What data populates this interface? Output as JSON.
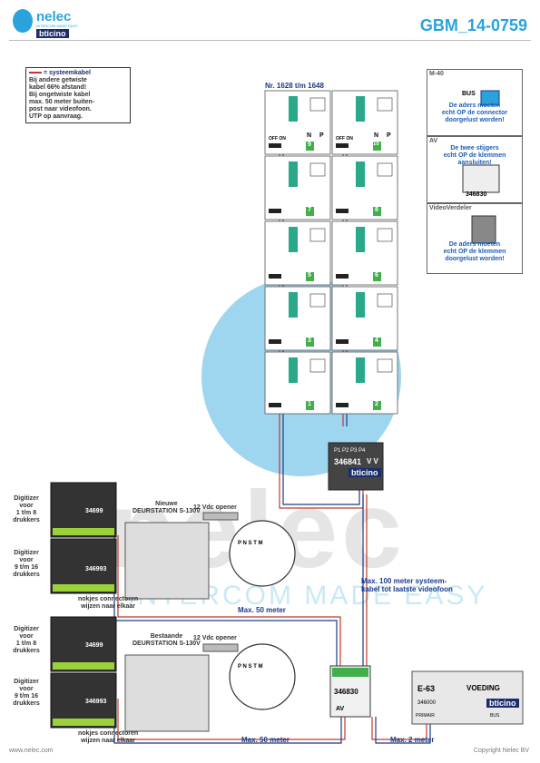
{
  "header": {
    "brand": "nelec",
    "tagline": "INTERCOM MADE EASY",
    "sub_brand": "bticino",
    "doc_code": "GBM_14-0759"
  },
  "note": {
    "legend": "= systeemkabel",
    "lines": [
      "Bij andere getwiste",
      "kabel 66% afstand!",
      "Bij ongetwiste kabel",
      "max. 50 meter buiten-",
      "post naar videofoon.",
      "UTP op aanvraag."
    ]
  },
  "monitor_range": "Nr. 1628 t/m 1648",
  "monitors": {
    "offon": "OFF ON",
    "n": "N",
    "p": "P",
    "left_numbers": [
      "9",
      "7",
      "5",
      "3",
      "1"
    ],
    "right_numbers": [
      "10",
      "8",
      "6",
      "4",
      "2"
    ]
  },
  "boxes": {
    "m40": {
      "title": "M-40",
      "bus": "BUS",
      "msg": [
        "De aders moeten",
        "echt OP de connector",
        "doorgelust worden!"
      ]
    },
    "av": {
      "title": "AV",
      "msg": [
        "De twee stijgers",
        "echt OP de klemmen",
        "aansluiten!"
      ],
      "code": "346830"
    },
    "vv": {
      "title": "VideoVerdeler",
      "msg": [
        "De aders moeten",
        "echt OP de klemmen",
        "doorgelust worden!"
      ]
    }
  },
  "distributor": {
    "ports": "P1 P2 P3 P4",
    "code": "346841",
    "vv": "V V",
    "brand": "bticino"
  },
  "digitizers": [
    {
      "label": [
        "Digitizer",
        "voor",
        "1 t/m 8",
        "drukkers"
      ],
      "code": "34699"
    },
    {
      "label": [
        "Digitizer",
        "voor",
        "9 t/m 16",
        "drukkers"
      ],
      "code": "346993"
    },
    {
      "label": [
        "Digitizer",
        "voor",
        "1 t/m 8",
        "drukkers"
      ],
      "code": "34699"
    },
    {
      "label": [
        "Digitizer",
        "voor",
        "9 t/m 16",
        "drukkers"
      ],
      "code": "346993"
    }
  ],
  "stations": [
    {
      "kind": "Nieuwe",
      "name": "DEURSTATION S-130V",
      "opener": "12 Vdc opener",
      "note": [
        "nokjes connectoren",
        "wijzen naar elkaar"
      ]
    },
    {
      "kind": "Bestaande",
      "name": "DEURSTATION S-130V",
      "opener": "12 Vdc opener",
      "note": [
        "nokjes connectoren",
        "wijzen naar elkaar"
      ]
    }
  ],
  "switch_labels": "P N S T M",
  "distances": {
    "max100": [
      "Max. 100 meter systeem-",
      "kabel tot laatste videofoon"
    ],
    "max50a": "Max. 50 meter",
    "max50b": "Max. 50 meter",
    "max2": "Max. 2 meter"
  },
  "av_module": {
    "code": "346830",
    "label": "AV"
  },
  "psu": {
    "model": "E-63",
    "title": "VOEDING",
    "code": "346000",
    "brand": "bticino",
    "primair": "PRIMAIR",
    "bus": "BUS"
  },
  "footer": {
    "url": "www.nelec.com",
    "copyright": "Copyright Nelec BV"
  },
  "watermark": {
    "text": "nelec",
    "sub": "INTERCOM MADE EASY"
  },
  "colors": {
    "accent": "#2aa3dc",
    "navy": "#1b2d6b",
    "wire_red": "#c0392b",
    "wire_blue": "#1b3a8a"
  }
}
